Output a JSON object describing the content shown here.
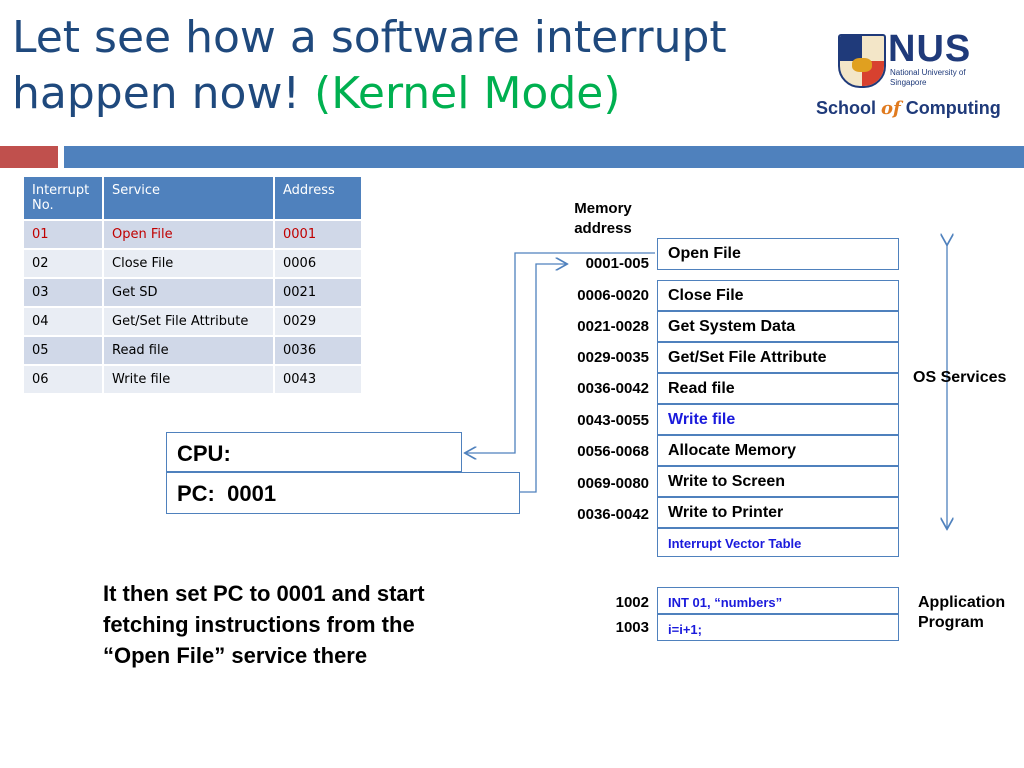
{
  "slide": {
    "title_line1": "Let see how a software interrupt",
    "title_line2": "happen now! ",
    "title_accent": "(Kernel Mode)"
  },
  "logo": {
    "nus": "NUS",
    "nus_sub": "National University of Singapore",
    "school_pre": "School ",
    "school_of": "of",
    "school_post": " Computing"
  },
  "interrupt_table": {
    "headers": [
      "Interrupt No.",
      "Service",
      "Address"
    ],
    "rows": [
      [
        "01",
        "Open File",
        "0001"
      ],
      [
        "02",
        "Close File",
        "0006"
      ],
      [
        "03",
        "Get SD",
        "0021"
      ],
      [
        "04",
        "Get/Set File Attribute",
        "0029"
      ],
      [
        "05",
        "Read file",
        "0036"
      ],
      [
        "06",
        "Write file",
        "0043"
      ]
    ]
  },
  "cpu": {
    "label": "CPU:",
    "pc": "PC:  0001"
  },
  "explanation": "It then set PC to 0001 and start fetching instructions from the “Open File” service there",
  "memory": {
    "header": "Memory address",
    "os_rows": [
      {
        "addr": "0001-005",
        "service": "Open File"
      },
      {
        "addr": "0006-0020",
        "service": "Close File"
      },
      {
        "addr": "0021-0028",
        "service": "Get System Data"
      },
      {
        "addr": "0029-0035",
        "service": "Get/Set File Attribute"
      },
      {
        "addr": "0036-0042",
        "service": "Read file"
      },
      {
        "addr": "0043-0055",
        "service": "Write file"
      },
      {
        "addr": "0056-0068",
        "service": "Allocate Memory"
      },
      {
        "addr": "0069-0080",
        "service": "Write to Screen"
      },
      {
        "addr": "0036-0042",
        "service": "Write to Printer"
      }
    ],
    "vector_table": "Interrupt Vector Table",
    "os_label": "OS Services",
    "app_rows": [
      {
        "addr": "1002",
        "code": "INT  01, “numbers”"
      },
      {
        "addr": "1003",
        "code": "i=i+1;"
      }
    ],
    "app_label": "Application Program"
  },
  "colors": {
    "title": "#1f497d",
    "accent": "#00b050",
    "table_header": "#4f81bd",
    "highlight_row": "#c00000",
    "link_blue": "#1a1adc"
  }
}
